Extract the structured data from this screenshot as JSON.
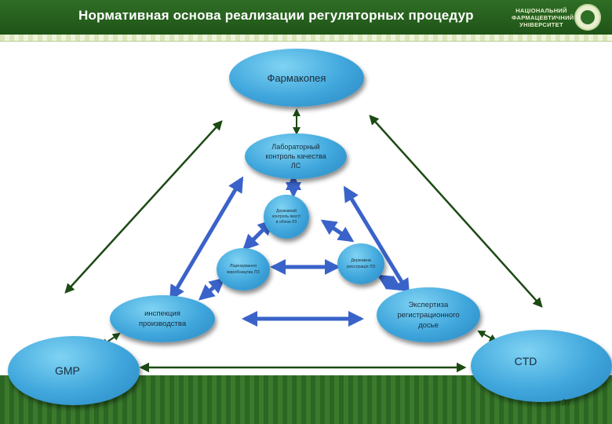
{
  "header": {
    "title": "Нормативная основа реализации регуляторных процедур",
    "university_lines": [
      "НАЦІОНАЛЬНИЙ",
      "ФАРМАЦЕВТИЧНИЙ",
      "УНІВЕРСИТЕТ"
    ]
  },
  "nodes": {
    "pharmacopoeia": "Фармакопея",
    "lab_control": "Лабораторный контроль качества ЛС",
    "state_control": "Державний контроль якості в обігом ЛЗ",
    "licensing": "Ліцензування виробництва ЛЗ",
    "state_registration": "Державна реєстрація ЛЗ",
    "inspection": "инспекция производства",
    "expertise": "Экспертиза регистрационного досье",
    "gmp": "GMP",
    "ctd": "CTD"
  },
  "page_number": "37",
  "colors": {
    "header_green": "#2f6e25",
    "node_blue": "#3fa6dc",
    "arrow_dark": "#1c4a14",
    "arrow_blue": "#3a63c9"
  }
}
